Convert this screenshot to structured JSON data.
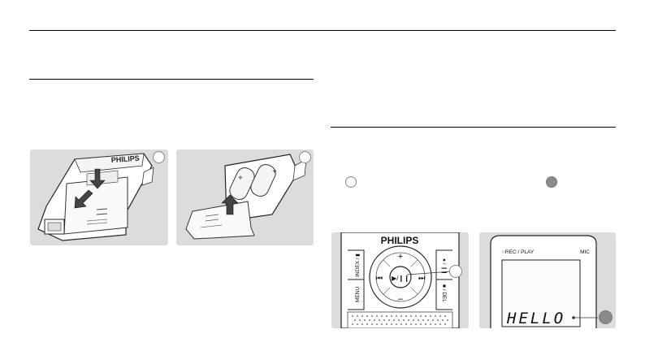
{
  "figure_right_keypad": {
    "brand": "PHILIPS",
    "index_key": "INDEX / ▮",
    "menu_key": "MENU",
    "record_key": "● / ❙❙",
    "stop_key": "■ / DEL",
    "plus_label": "+",
    "minus_label": "–",
    "prev_label": "⏮",
    "next_label": "⏭",
    "play_label": "▶/❙❙"
  },
  "figure_right_display": {
    "status_label": "○REC / PLAY",
    "mic_label": "MIC",
    "lcd_text": "HELLO"
  },
  "figure_left_device": {
    "brand": "PHILIPS"
  },
  "colors": {
    "panel_bg": "#dcdcdc",
    "callout_filled": "#8a8a8a",
    "rule": "#000000"
  }
}
